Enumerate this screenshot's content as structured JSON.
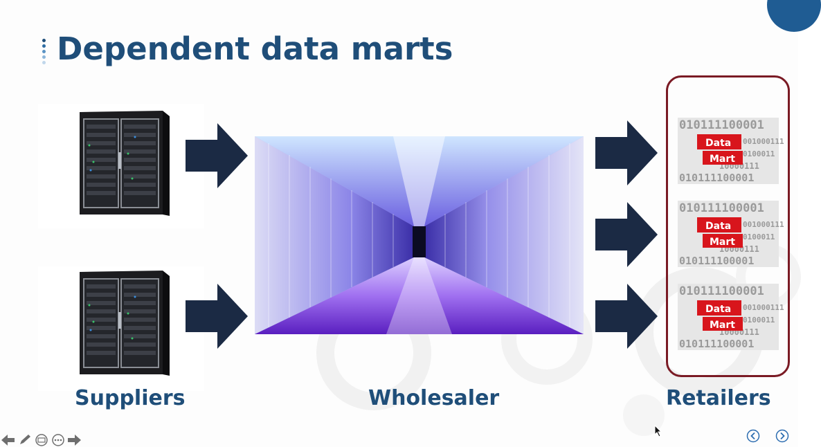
{
  "slide": {
    "title": "Dependent data marts",
    "labels": {
      "suppliers": "Suppliers",
      "wholesaler": "Wholesaler",
      "retailers": "Retailers"
    },
    "datamart_text": {
      "data": "Data",
      "mart": "Mart",
      "row1": "010111100001",
      "row2": "001000111",
      "row3": "0100011",
      "row4": "10000111",
      "row5": "010111100001"
    }
  },
  "colors": {
    "title": "#1f4e79",
    "accent_circle": "#1f5c93",
    "arrow": "#1b2a44",
    "retail_border": "#7a1a24",
    "datamart_red": "#d8151c"
  },
  "icons": {
    "toolbar": [
      "arrow-left-icon",
      "pen-icon",
      "slides-icon",
      "more-icon",
      "arrow-right-icon"
    ],
    "nav": [
      "previous-slide-icon",
      "next-slide-icon"
    ]
  }
}
